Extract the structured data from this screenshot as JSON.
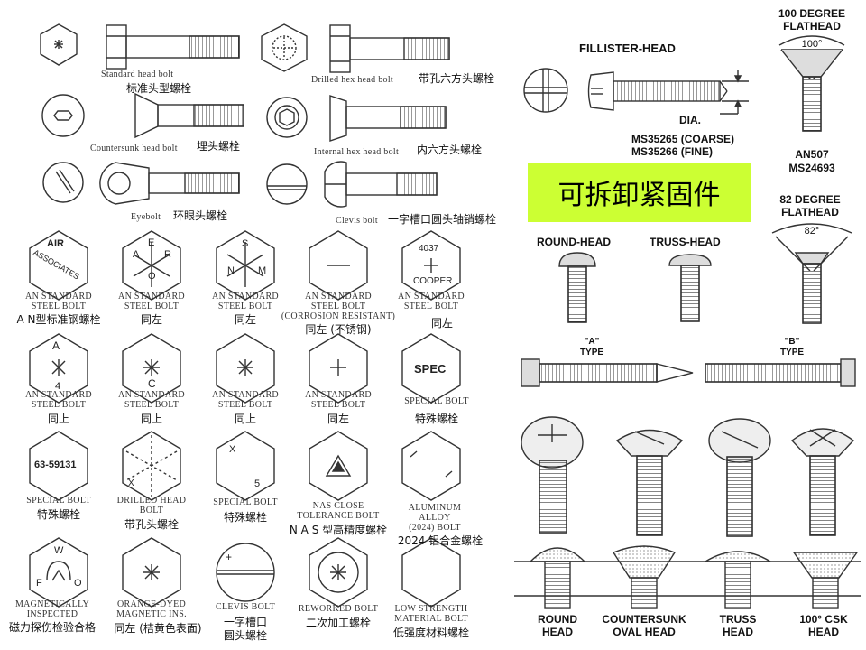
{
  "title": "可拆卸紧固件",
  "colors": {
    "title_bg": "#ccff33",
    "ink": "#222222",
    "paper": "#ffffff"
  },
  "left_top": {
    "standard_head_bolt_en": "Standard head bolt",
    "standard_head_bolt_cn": "标准头型螺栓",
    "drilled_hex_bolt_en": "Drilled hex head bolt",
    "drilled_hex_bolt_cn": "带孔六方头螺栓",
    "countersunk_bolt_en": "Countersunk head bolt",
    "countersunk_bolt_cn": "埋头螺栓",
    "internal_hex_bolt_en": "Internal hex head bolt",
    "internal_hex_bolt_cn": "内六方头螺栓",
    "eyebolt_en": "Eyebolt",
    "eyebolt_cn": "环眼头螺栓",
    "clevis_bolt_en": "Clevis bolt",
    "clevis_bolt_cn": "一字槽口圆头轴销螺栓"
  },
  "grid": {
    "r1": {
      "c1_mark_top": "AIR",
      "c1_mark_bottom": "ASSOCIATES",
      "c1_en1": "AN STANDARD",
      "c1_en2": "STEEL BOLT",
      "c1_cn": "A N型标准钢螺栓",
      "c2_mark_a": "A",
      "c2_mark_e": "E",
      "c2_mark_r": "R",
      "c2_mark_o": "O",
      "c2_en1": "AN STANDARD",
      "c2_en2": "STEEL BOLT",
      "c2_cn": "同左",
      "c3_mark_s": "S",
      "c3_mark_n": "N",
      "c3_mark_m": "M",
      "c3_en1": "AN STANDARD",
      "c3_en2": "STEEL BOLT",
      "c3_cn": "同左",
      "c4_en1": "AN STANDARD",
      "c4_en2": "STEEL BOLT",
      "c4_en3": "(CORROSION RESISTANT)",
      "c4_cn": "同左 (不锈钢)",
      "c5_mark_top": "4037",
      "c5_mark_bottom": "COOPER",
      "c5_en1": "AN STANDARD",
      "c5_en2": "STEEL BOLT",
      "c5_cn": "同左"
    },
    "r2": {
      "c1_mark_top": "A",
      "c1_mark_bottom": "4",
      "c1_en1": "AN STANDARD",
      "c1_en2": "STEEL BOLT",
      "c1_cn": "同上",
      "c2_mark": "C",
      "c2_en1": "AN STANDARD",
      "c2_en2": "STEEL BOLT",
      "c2_cn": "同上",
      "c3_en1": "AN STANDARD",
      "c3_en2": "STEEL BOLT",
      "c3_cn": "同上",
      "c4_en1": "AN STANDARD",
      "c4_en2": "STEEL BOLT",
      "c4_cn": "同左",
      "c5_mark": "SPEC",
      "c5_en1": "SPECIAL BOLT",
      "c5_cn": "特殊螺栓"
    },
    "r3": {
      "c1_mark": "63-59131",
      "c1_en1": "SPECIAL BOLT",
      "c1_cn": "特殊螺栓",
      "c2_mark": "X",
      "c2_en1": "DRILLED HEAD",
      "c2_en2": "BOLT",
      "c2_cn": "带孔头螺栓",
      "c3_mark_top": "X",
      "c3_mark_bottom": "5",
      "c3_en1": "SPECIAL BOLT",
      "c3_cn": "特殊螺栓",
      "c4_en1": "NAS CLOSE",
      "c4_en2": "TOLERANCE BOLT",
      "c4_cn": "N A S 型高精度螺栓",
      "c5_en1": "ALUMINUM",
      "c5_en2": "ALLOY",
      "c5_en3": "(2024) BOLT",
      "c5_cn": "2024 铝合金螺栓"
    },
    "r4": {
      "c1_mark_w": "W",
      "c1_mark_f": "F",
      "c1_mark_o": "O",
      "c1_en1": "MAGNETICALLY",
      "c1_en2": "INSPECTED",
      "c1_cn": "磁力探伤检验合格",
      "c2_en1": "ORANGE-DYED",
      "c2_en2": "MAGNETIC INS.",
      "c2_cn": "同左 (桔黄色表面)",
      "c3_mark": "+",
      "c3_en1": "CLEVIS BOLT",
      "c3_cn1": "一字槽口",
      "c3_cn2": "圆头螺栓",
      "c4_en1": "REWORKED BOLT",
      "c4_cn": "二次加工螺栓",
      "c5_en1": "LOW STRENGTH",
      "c5_en2": "MATERIAL BOLT",
      "c5_cn": "低强度材料螺栓"
    }
  },
  "right": {
    "fillister_head": "FILLISTER-HEAD",
    "dia": "DIA.",
    "ms_coarse": "MS35265 (COARSE)",
    "ms_fine": "MS35266 (FINE)",
    "deg100_l1": "100 DEGREE",
    "deg100_l2": "FLATHEAD",
    "angle100": "100°",
    "an507": "AN507",
    "ms24693": "MS24693",
    "deg82_l1": "82 DEGREE",
    "deg82_l2": "FLATHEAD",
    "angle82": "82°",
    "round_head": "ROUND-HEAD",
    "truss_head": "TRUSS-HEAD",
    "type_a_q": "\"A\"",
    "type_a": "TYPE",
    "type_b_q": "\"B\"",
    "type_b": "TYPE",
    "bottom_round_1": "ROUND",
    "bottom_round_2": "HEAD",
    "bottom_csk_1": "COUNTERSUNK",
    "bottom_csk_2": "OVAL HEAD",
    "bottom_truss_1": "TRUSS",
    "bottom_truss_2": "HEAD",
    "bottom_100_1": "100° CSK",
    "bottom_100_2": "HEAD"
  }
}
